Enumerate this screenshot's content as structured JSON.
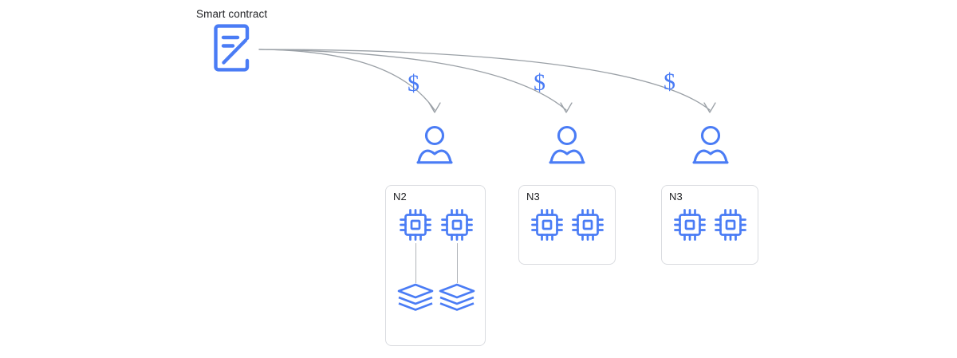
{
  "diagram": {
    "title": "Smart contract",
    "background_color": "#ffffff",
    "accent_color": "#4a7cf5",
    "line_color": "#9aa0a6",
    "box_border_color": "#dadce0",
    "text_color": "#202124"
  },
  "contract": {
    "label": "Smart contract",
    "icon": "contract-document-icon"
  },
  "payments": [
    {
      "symbol": "$",
      "icon": "dollar-sign-icon"
    },
    {
      "symbol": "$",
      "icon": "dollar-sign-icon"
    },
    {
      "symbol": "$",
      "icon": "dollar-sign-icon"
    }
  ],
  "participants": [
    {
      "icon": "person-icon"
    },
    {
      "icon": "person-icon"
    },
    {
      "icon": "person-icon"
    }
  ],
  "nodes": [
    {
      "label": "N2",
      "chips": [
        {
          "icon": "chip-icon"
        },
        {
          "icon": "chip-icon"
        }
      ],
      "storage": [
        {
          "icon": "layers-icon"
        },
        {
          "icon": "layers-icon"
        }
      ]
    },
    {
      "label": "N3",
      "chips": [
        {
          "icon": "chip-icon"
        },
        {
          "icon": "chip-icon"
        }
      ],
      "storage": []
    },
    {
      "label": "N3",
      "chips": [
        {
          "icon": "chip-icon"
        },
        {
          "icon": "chip-icon"
        }
      ],
      "storage": []
    }
  ],
  "arrows": [
    {
      "from": "contract",
      "to": "participant-1",
      "icon": "curved-arrow-icon"
    },
    {
      "from": "contract",
      "to": "participant-2",
      "icon": "curved-arrow-icon"
    },
    {
      "from": "contract",
      "to": "participant-3",
      "icon": "curved-arrow-icon"
    }
  ]
}
